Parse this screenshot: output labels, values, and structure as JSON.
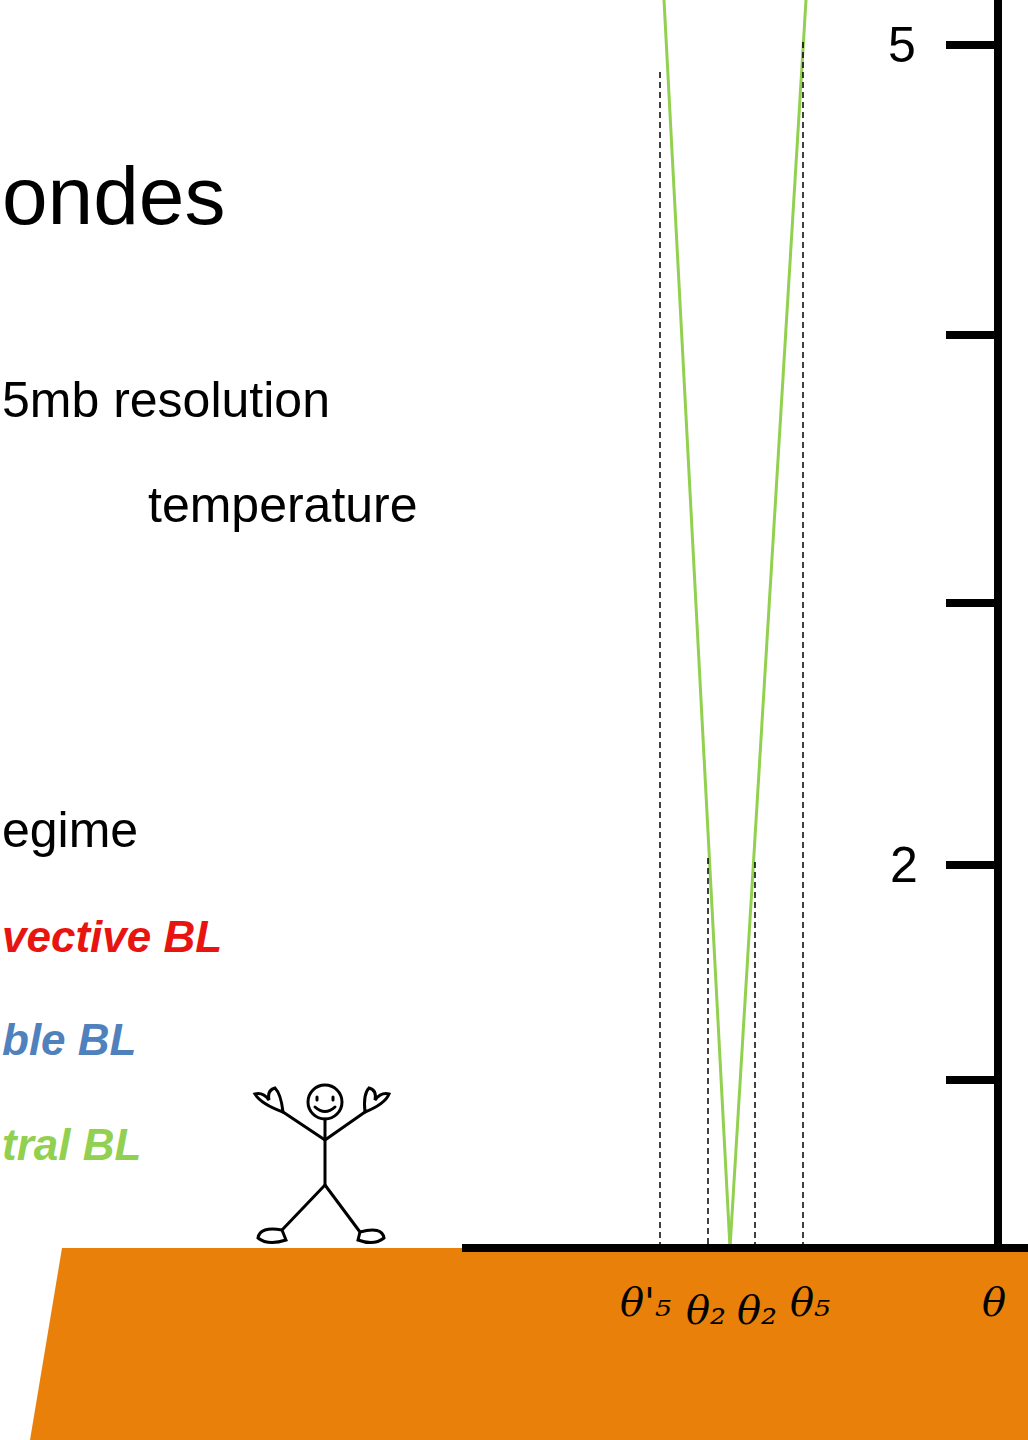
{
  "diagram": {
    "title": "ondes",
    "labels": [
      "5mb resolution",
      "temperature",
      "egime",
      "vective BL",
      "ble BL",
      "tral BL",
      "5",
      "2",
      "θ'₅",
      "θ₂",
      "θ₂",
      "θ₅",
      "θ"
    ]
  }
}
